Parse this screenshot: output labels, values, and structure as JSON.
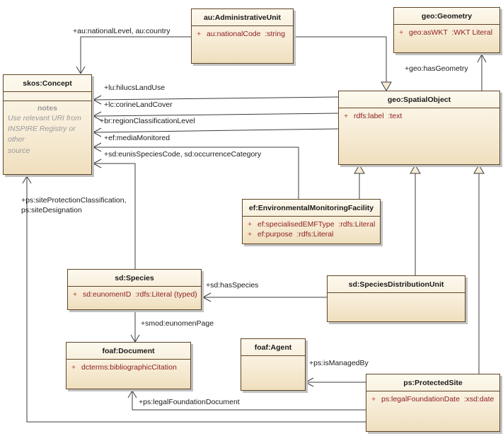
{
  "palette": {
    "background": "#ffffff",
    "box_fill_top": "#fdf9ee",
    "box_fill_bottom": "#efdfbe",
    "box_border": "#5f4526",
    "attribute_text": "#8b1d1d",
    "plus_sign": "#b8391e",
    "note_text": "#9a9a9a",
    "line": "#3c3c3c",
    "shadow": "#c2c2c2"
  },
  "classes": {
    "administrative_unit": {
      "title": "au:AdministrativeUnit",
      "attributes": [
        {
          "vis": "+",
          "text": "au:nationalCode  :string"
        }
      ]
    },
    "geometry": {
      "title": "geo:Geometry",
      "attributes": [
        {
          "vis": "+",
          "text": "geo:asWKT  :WKT Literal"
        }
      ]
    },
    "concept": {
      "title": "skos:Concept",
      "attributes": [],
      "notes": {
        "heading": "notes",
        "body": "Use relevant URI from\nINSPIRE Registry or other\nsource"
      }
    },
    "spatial_object": {
      "title": "geo:SpatialObject",
      "attributes": [
        {
          "vis": "+",
          "text": "rdfs:label  :text"
        }
      ]
    },
    "environmental_monitoring_facility": {
      "title": "ef:EnvironmentalMonitoringFacility",
      "attributes": [
        {
          "vis": "+",
          "text": "ef:specialisedEMFType  :rdfs:Literal"
        },
        {
          "vis": "+",
          "text": "ef:purpose  :rdfs:Literal"
        }
      ]
    },
    "species": {
      "title": "sd:Species",
      "attributes": [
        {
          "vis": "+",
          "text": "sd:eunomenID  :rdfs:Literal (typed)"
        }
      ]
    },
    "species_distribution_unit": {
      "title": "sd:SpeciesDistributionUnit",
      "attributes": []
    },
    "document": {
      "title": "foaf:Document",
      "attributes": [
        {
          "vis": "+",
          "text": "dcterms:bibliographicCitation"
        }
      ]
    },
    "agent": {
      "title": "foaf:Agent",
      "attributes": []
    },
    "protected_site": {
      "title": "ps:ProtectedSite",
      "attributes": [
        {
          "vis": "+",
          "text": "ps:legalFoundationDate  :xsd:date"
        }
      ]
    }
  },
  "connectors": {
    "au_national": {
      "label": "+au:nationalLevel, au:country"
    },
    "geo_has_geometry": {
      "label": "+geo:hasGeometry"
    },
    "lu_hilucs": {
      "label": "+lu:hilucsLandUse"
    },
    "lc_corine": {
      "label": "+lc:corineLandCover"
    },
    "br_region": {
      "label": "+br:regionClassificationLevel"
    },
    "ef_media": {
      "label": "+ef:mediaMonitored"
    },
    "sd_eunis": {
      "label": "+sd:eunisSpeciesCode, sd:occurrenceCategory"
    },
    "ps_site_classification": {
      "label": "+ps:siteProtectionClassification,\nps:siteDesignation"
    },
    "sd_has_species": {
      "label": "+sd:hasSpecies"
    },
    "smod_eunomen_page": {
      "label": "+smod:eunomenPage"
    },
    "ps_is_managed_by": {
      "label": "+ps:isManagedBy"
    },
    "ps_legal_foundation_document": {
      "label": "+ps:legalFoundationDocument"
    }
  }
}
